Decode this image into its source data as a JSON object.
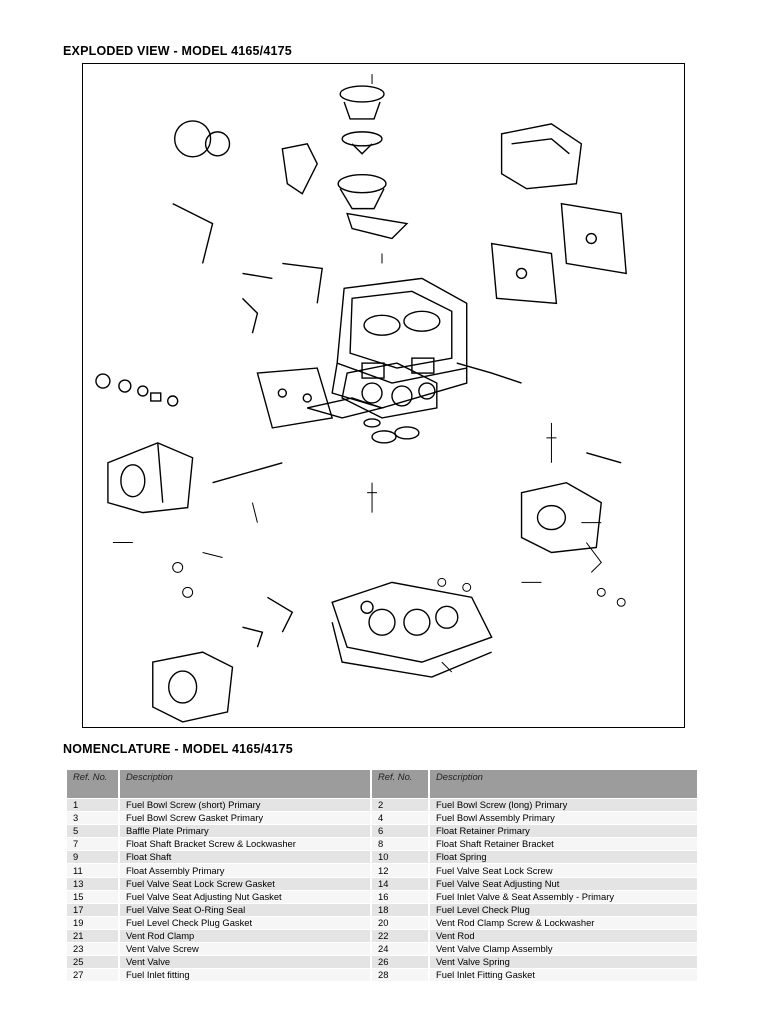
{
  "headings": {
    "exploded": "EXPLODED VIEW - MODEL 4165/4175",
    "nomenclature": "NOMENCLATURE - MODEL 4165/4175"
  },
  "table": {
    "headers": [
      "Ref. No.",
      "Description",
      "Ref. No.",
      "Description"
    ],
    "rows": [
      [
        "1",
        "Fuel Bowl Screw (short) Primary",
        "2",
        "Fuel Bowl Screw (long) Primary"
      ],
      [
        "3",
        "Fuel Bowl Screw Gasket Primary",
        "4",
        "Fuel Bowl Assembly Primary"
      ],
      [
        "5",
        "Baffle Plate Primary",
        "6",
        "Float Retainer Primary"
      ],
      [
        "7",
        "Float Shaft Bracket Screw & Lockwasher",
        "8",
        "Float Shaft Retainer Bracket"
      ],
      [
        "9",
        "Float Shaft",
        "10",
        "Float Spring"
      ],
      [
        "11",
        "Float Assembly Primary",
        "12",
        "Fuel Valve Seat Lock Screw"
      ],
      [
        "13",
        "Fuel Valve Seat Lock Screw Gasket",
        "14",
        "Fuel Valve Seat Adjusting Nut"
      ],
      [
        "15",
        "Fuel Valve Seat Adjusting Nut Gasket",
        "16",
        "Fuel Inlet Valve & Seat Assembly - Primary"
      ],
      [
        "17",
        "Fuel Valve Seat O-Ring Seal",
        "18",
        "Fuel Level Check Plug"
      ],
      [
        "19",
        "Fuel Level Check Plug Gasket",
        "20",
        "Vent Rod Clamp Screw & Lockwasher"
      ],
      [
        "21",
        "Vent Rod Clamp",
        "22",
        "Vent Rod"
      ],
      [
        "23",
        "Vent Valve Screw",
        "24",
        "Vent Valve Clamp Assembly"
      ],
      [
        "25",
        "Vent Valve",
        "26",
        "Vent Valve Spring"
      ],
      [
        "27",
        "Fuel Inlet fitting",
        "28",
        "Fuel Inlet Fitting Gasket"
      ]
    ]
  }
}
